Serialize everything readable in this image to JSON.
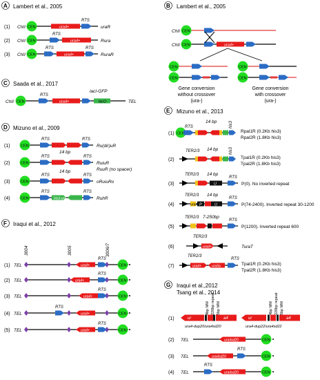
{
  "colors": {
    "centromere": "#22dd22",
    "marker": "#e81b1b",
    "rts": "#2b6cc4",
    "green_box": "#39b54a",
    "yellow": "#f2c21b",
    "site": "#7b3fa8",
    "line_red": "#e23a3a"
  },
  "panels": {
    "A": {
      "letter": "A",
      "title": "Lambert et al., 2005",
      "rows": [
        {
          "num": "(1)",
          "name": "uraR"
        },
        {
          "num": "(2)",
          "name": "Rura"
        },
        {
          "num": "(3)",
          "name": "RuraR"
        }
      ]
    },
    "B": {
      "letter": "B",
      "title": "Lambert et al., 2005",
      "left_caption": [
        "Gene conversion",
        "without crossover",
        "(ura-)"
      ],
      "right_caption": [
        "Gene conversion",
        "with crossover",
        "(ura-)"
      ]
    },
    "C": {
      "letter": "C",
      "title": "Saada et al., 2017",
      "laci": "lacI-GFP",
      "laco": "lacO",
      "tel": "TEL"
    },
    "D": {
      "letter": "D",
      "title": "Mizuno et al., 2009",
      "rows": [
        {
          "num": "(1)",
          "name": "Ru(dir)uR"
        },
        {
          "num": "(2)",
          "name": "RuiuR",
          "name2": "RuuR (no spacer)"
        },
        {
          "num": "(3)",
          "name": "oRuiuRo"
        },
        {
          "num": "(4)",
          "name": "RuhR"
        }
      ]
    },
    "E": {
      "letter": "E",
      "title": "Mizuno et al., 2013",
      "rows": [
        {
          "num": "(1)",
          "name": "Rpal1R (0.2Kb his3)",
          "name2": "Rpal2R (1.8Kb his3)"
        },
        {
          "num": "(2)",
          "name": "Tpal1R (0.2Kb his3)",
          "name2": "Tpal2R (1.8Kb his3)"
        },
        {
          "num": "(3)",
          "name": "P(0). No inverted repeat"
        },
        {
          "num": "(4)",
          "name": "P(74-2400). Inverted repeat 30-1200"
        },
        {
          "num": "(5)",
          "name": "P(1200). Inverted repeat 600"
        },
        {
          "num": "(6)",
          "name": "TuraT"
        },
        {
          "num": "(7)",
          "name": "Tpal1R (0.2Kb his3)",
          "name2": "Tpal2R (1.8Kb his3)"
        }
      ]
    },
    "F": {
      "letter": "F",
      "title": "Iraqui et al., 2012",
      "sites": [
        "3004",
        "3005",
        "3006/7"
      ],
      "rows": [
        {
          "num": "(1)"
        },
        {
          "num": "(2)"
        },
        {
          "num": "(3)"
        },
        {
          "num": "(4)"
        },
        {
          "num": "(5)"
        }
      ]
    },
    "G": {
      "letter": "G",
      "title": "Iraqui et al.,2012",
      "title2": "Tsang et al., 2014",
      "row1_left": "ura4-dup20/ura4sd20",
      "row1_right": "ura4-dup22/ura4sd22",
      "repeat_a": "4bp MM",
      "repeat_b": "220bp repeat",
      "repeat_c": "5bp MM",
      "repeat_d": "4bp MM",
      "repeat_e": "220bp repeat",
      "repeat_f": "5bp MM",
      "gene_sd20": "ura4sd20",
      "rows": [
        {
          "num": "(1)"
        },
        {
          "num": "(2)"
        },
        {
          "num": "(3)"
        },
        {
          "num": "(4)"
        }
      ]
    }
  },
  "labels": {
    "chii": "ChII",
    "cen": "CEN",
    "rts": "RTS",
    "ura4": "ura4+",
    "ura": "ura",
    "ura4short": "ura4",
    "his3": "his3",
    "hisura": "his3-ura",
    "ura5a": "ura5a",
    "tel": "TEL",
    "ter": "TER2/3",
    "bp14": "14 bp",
    "bp7250": "7-250bp",
    "u": "U",
    "p": "P",
    "ur": "ur",
    "a4": "a4"
  }
}
